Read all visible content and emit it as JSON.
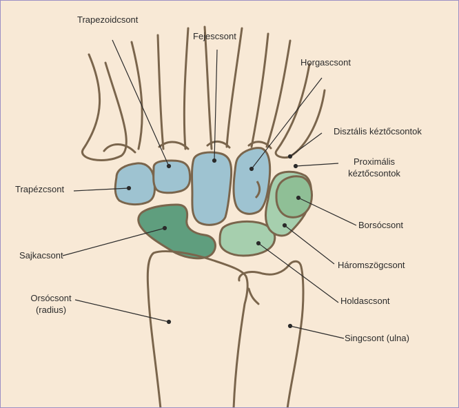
{
  "labels": {
    "trapezoid": "Trapezoidcsont",
    "capitate": "Fejescsont",
    "hamate": "Horgascsont",
    "distal_row": "Disztális kéztőcsontok",
    "proximal_row_line1": "Proximális",
    "proximal_row_line2": "kéztőcsontok",
    "trapezium": "Trapézcsont",
    "pisiform": "Borsócsont",
    "scaphoid": "Sajkacsont",
    "triquetrum": "Háromszögcsont",
    "radius_line1": "Orsócsont",
    "radius_line2": "(radius)",
    "lunate": "Holdascsont",
    "ulna": "Singcsont (ulna)"
  },
  "colors": {
    "background": "#f8e9d6",
    "frame_border": "#9b8fc4",
    "bone_outline": "#7a654c",
    "distal_bones": "#9ec3d1",
    "scaphoid": "#5f9e7e",
    "lunate_triquetrum": "#a6cfae",
    "pisiform": "#8fbf96",
    "leader_line": "#2b2b2b"
  }
}
